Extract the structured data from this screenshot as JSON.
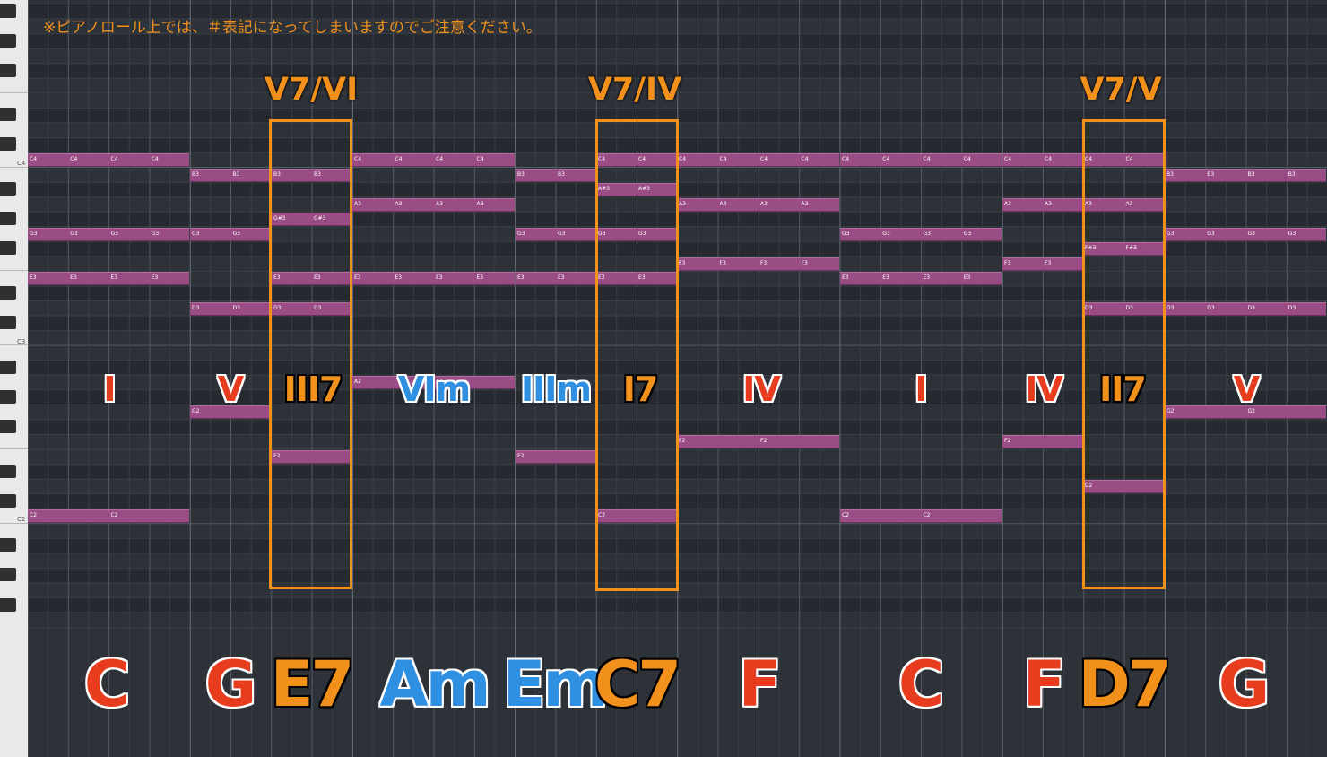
{
  "notice": "※ピアノロール上では、＃表記になってしまいますのでご注意ください。",
  "keyboard_labels": [
    "C4",
    "C3",
    "C2"
  ],
  "colors": {
    "note": "#9a4d85",
    "red": "#e83c1e",
    "orange": "#f2901c",
    "blue": "#2f8fe0"
  },
  "secondary_dominants": [
    "V7/VI",
    "V7/IV",
    "V7/V"
  ],
  "chords": [
    {
      "roman": "I",
      "name": "C",
      "color": "red"
    },
    {
      "roman": "V",
      "name": "G",
      "color": "red"
    },
    {
      "roman": "III7",
      "name": "E7",
      "color": "orange"
    },
    {
      "roman": "VIm",
      "name": "Am",
      "color": "blue"
    },
    {
      "roman": "IIIm",
      "name": "Em",
      "color": "blue"
    },
    {
      "roman": "I7",
      "name": "C7",
      "color": "orange"
    },
    {
      "roman": "IV",
      "name": "F",
      "color": "red"
    },
    {
      "roman": "I",
      "name": "C",
      "color": "red"
    },
    {
      "roman": "IV",
      "name": "F",
      "color": "red"
    },
    {
      "roman": "II7",
      "name": "D7",
      "color": "orange"
    },
    {
      "roman": "V",
      "name": "G",
      "color": "red"
    }
  ],
  "notes": [
    {
      "pitch": "C4",
      "labels": [
        "C4",
        "C4",
        "C4",
        "C4"
      ],
      "chord": 0
    },
    {
      "pitch": "E3",
      "labels": [
        "E3",
        "E3",
        "E3",
        "E3"
      ],
      "chord": 0
    },
    {
      "pitch": "G3",
      "labels": [
        "G3",
        "G3",
        "G3",
        "G3"
      ],
      "chord": 0
    },
    {
      "pitch": "C2",
      "labels": [
        "C2",
        "C2"
      ],
      "chord": 0
    },
    {
      "pitch": "B3",
      "labels": [
        "B3",
        "B3"
      ],
      "chord": 1
    },
    {
      "pitch": "G3",
      "labels": [
        "G3",
        "G3"
      ],
      "chord": 1
    },
    {
      "pitch": "D3",
      "labels": [
        "D3",
        "D3"
      ],
      "chord": 1
    },
    {
      "pitch": "G2",
      "labels": [
        "G2"
      ],
      "chord": 1
    },
    {
      "pitch": "B3",
      "labels": [
        "B3",
        "B3"
      ],
      "chord": 2
    },
    {
      "pitch": "G#3",
      "labels": [
        "G#3",
        "G#3"
      ],
      "chord": 2
    },
    {
      "pitch": "E3",
      "labels": [
        "E3",
        "E3"
      ],
      "chord": 2
    },
    {
      "pitch": "D3",
      "labels": [
        "D3",
        "D3"
      ],
      "chord": 2
    },
    {
      "pitch": "E2",
      "labels": [
        "E2"
      ],
      "chord": 2
    },
    {
      "pitch": "C4",
      "labels": [
        "C4",
        "C4",
        "C4",
        "C4"
      ],
      "chord": 3
    },
    {
      "pitch": "A3",
      "labels": [
        "A3",
        "A3",
        "A3",
        "A3"
      ],
      "chord": 3
    },
    {
      "pitch": "E3",
      "labels": [
        "E3",
        "E3",
        "E3",
        "E3"
      ],
      "chord": 3
    },
    {
      "pitch": "A2",
      "labels": [
        "A2",
        "A2"
      ],
      "chord": 3
    },
    {
      "pitch": "B3",
      "labels": [
        "B3",
        "B3"
      ],
      "chord": 4
    },
    {
      "pitch": "G3",
      "labels": [
        "G3",
        "G3"
      ],
      "chord": 4
    },
    {
      "pitch": "E3",
      "labels": [
        "E3",
        "E3"
      ],
      "chord": 4
    },
    {
      "pitch": "E2",
      "labels": [
        "E2"
      ],
      "chord": 4
    },
    {
      "pitch": "C4",
      "labels": [
        "C4",
        "C4"
      ],
      "chord": 5
    },
    {
      "pitch": "A#3",
      "labels": [
        "A#3",
        "A#3"
      ],
      "chord": 5
    },
    {
      "pitch": "G3",
      "labels": [
        "G3",
        "G3"
      ],
      "chord": 5
    },
    {
      "pitch": "E3",
      "labels": [
        "E3",
        "E3"
      ],
      "chord": 5
    },
    {
      "pitch": "C2",
      "labels": [
        "C2"
      ],
      "chord": 5
    },
    {
      "pitch": "C4",
      "labels": [
        "C4",
        "C4",
        "C4",
        "C4"
      ],
      "chord": 6
    },
    {
      "pitch": "A3",
      "labels": [
        "A3",
        "A3",
        "A3",
        "A3"
      ],
      "chord": 6
    },
    {
      "pitch": "F3",
      "labels": [
        "F3",
        "F3",
        "F3",
        "F3"
      ],
      "chord": 6
    },
    {
      "pitch": "F2",
      "labels": [
        "F2",
        "F2"
      ],
      "chord": 6
    },
    {
      "pitch": "C4",
      "labels": [
        "C4",
        "C4",
        "C4",
        "C4"
      ],
      "chord": 7
    },
    {
      "pitch": "G3",
      "labels": [
        "G3",
        "G3",
        "G3",
        "G3"
      ],
      "chord": 7
    },
    {
      "pitch": "E3",
      "labels": [
        "E3",
        "E3",
        "E3",
        "E3"
      ],
      "chord": 7
    },
    {
      "pitch": "C2",
      "labels": [
        "C2",
        "C2"
      ],
      "chord": 7
    },
    {
      "pitch": "C4",
      "labels": [
        "C4",
        "C4"
      ],
      "chord": 8
    },
    {
      "pitch": "A3",
      "labels": [
        "A3",
        "A3"
      ],
      "chord": 8
    },
    {
      "pitch": "F3",
      "labels": [
        "F3",
        "F3"
      ],
      "chord": 8
    },
    {
      "pitch": "F2",
      "labels": [
        "F2"
      ],
      "chord": 8
    },
    {
      "pitch": "C4",
      "labels": [
        "C4",
        "C4"
      ],
      "chord": 9
    },
    {
      "pitch": "A3",
      "labels": [
        "A3",
        "A3"
      ],
      "chord": 9
    },
    {
      "pitch": "F#3",
      "labels": [
        "F#3",
        "F#3"
      ],
      "chord": 9
    },
    {
      "pitch": "D3",
      "labels": [
        "D3",
        "D3"
      ],
      "chord": 9
    },
    {
      "pitch": "D2",
      "labels": [
        "D2"
      ],
      "chord": 9
    },
    {
      "pitch": "B3",
      "labels": [
        "B3",
        "B3",
        "B3",
        "B3"
      ],
      "chord": 10
    },
    {
      "pitch": "G3",
      "labels": [
        "G3",
        "G3",
        "G3",
        "G3"
      ],
      "chord": 10
    },
    {
      "pitch": "D3",
      "labels": [
        "D3",
        "D3",
        "D3",
        "D3"
      ],
      "chord": 10
    },
    {
      "pitch": "G2",
      "labels": [
        "G2",
        "G2"
      ],
      "chord": 10
    }
  ]
}
